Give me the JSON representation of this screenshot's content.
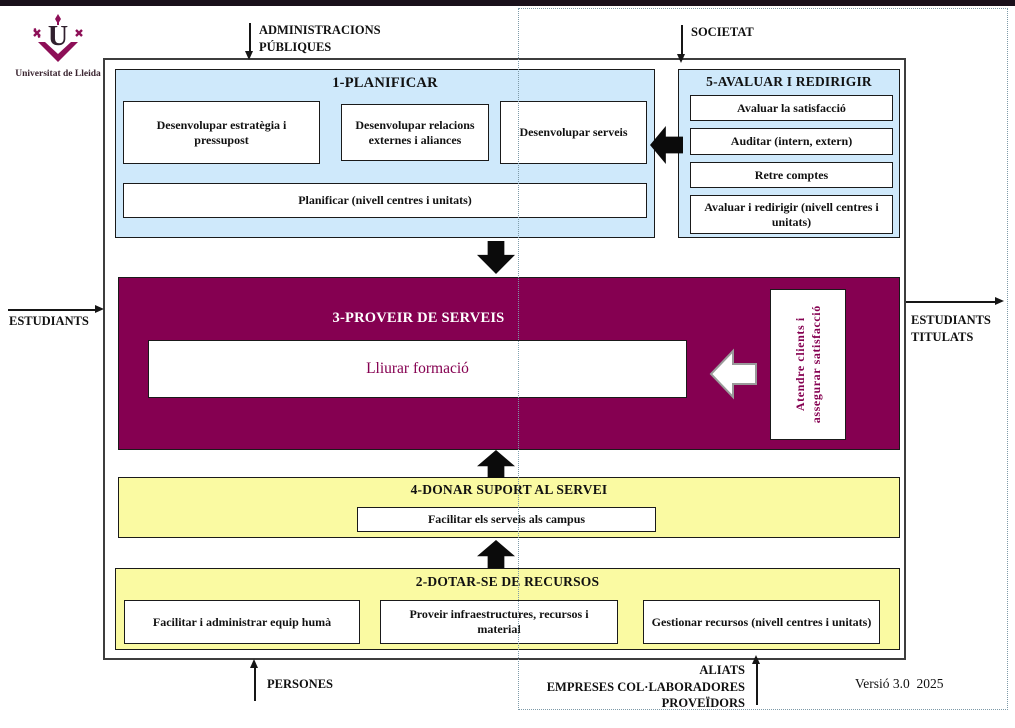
{
  "logo": {
    "text": "Universitat de Lleida"
  },
  "flows": {
    "administracions": [
      "ADMINISTRACIONS",
      "PÚBLIQUES"
    ],
    "societat": "SOCIETAT",
    "estudiants": "ESTUDIANTS",
    "estudiants_titulats": [
      "ESTUDIANTS",
      "TITULATS"
    ],
    "persones": "PERSONES",
    "aliats": [
      "ALIATS",
      "EMPRESES COL·LABORADORES",
      "PROVEÏDORS"
    ]
  },
  "sections": {
    "planificar": {
      "title": "1-PLANIFICAR",
      "items": [
        "Desenvolupar estratègia i pressupost",
        "Desenvolupar relacions externes i aliances",
        "Desenvolupar serveis"
      ],
      "wide_item": "Planificar (nivell centres i unitats)"
    },
    "avaluar": {
      "title": "5-AVALUAR I REDIRIGIR",
      "items": [
        "Avaluar la satisfacció",
        "Auditar (intern, extern)",
        "Retre comptes",
        "Avaluar i redirigir (nivell centres i unitats)"
      ]
    },
    "proveir": {
      "title": "3-PROVEIR DE SERVEIS",
      "main_item": "Lliurar formació",
      "side_item": [
        "Atendre clients i",
        "assegurar satisfacció"
      ]
    },
    "suport": {
      "title": "4-DONAR SUPORT AL SERVEI",
      "item": "Facilitar els serveis als campus"
    },
    "recursos": {
      "title": "2-DOTAR-SE DE RECURSOS",
      "items": [
        "Facilitar i administrar equip humà",
        "Proveir infraestructures, recursos i material",
        "Gestionar recursos (nivell centres i unitats)"
      ]
    }
  },
  "footer": {
    "version": "Versió 3.0  2025"
  },
  "colors": {
    "blue": "#cfe9fb",
    "yellow": "#fafaa2",
    "maroon": "#850051",
    "arrow_black": "#0b0b0b"
  }
}
